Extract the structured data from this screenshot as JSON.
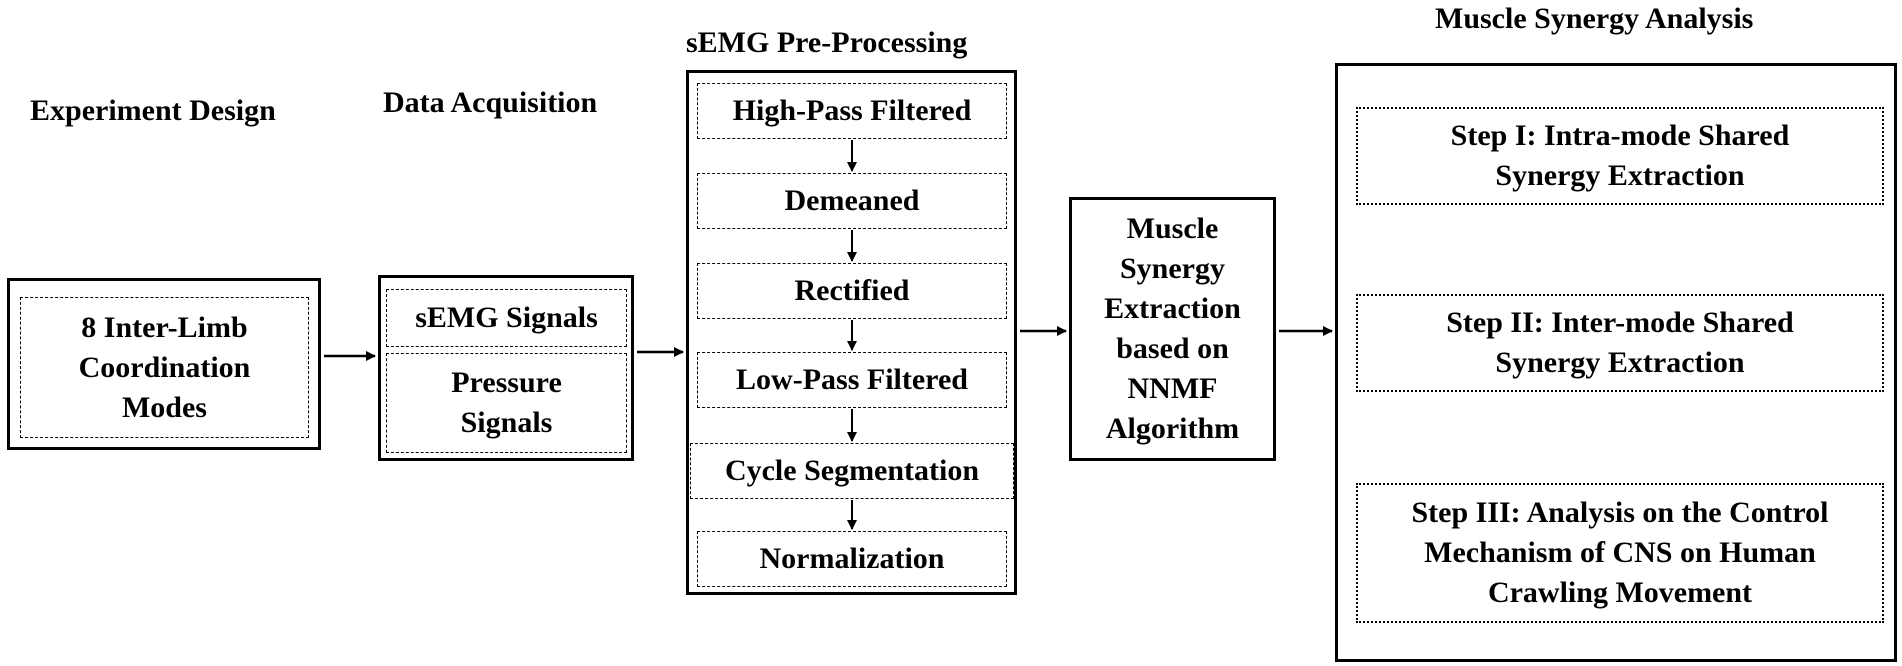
{
  "sections": {
    "experiment_design": "Experiment Design",
    "data_acquisition": "Data Acquisition",
    "preprocessing": "sEMG Pre-Processing",
    "synergy_analysis": "Muscle Synergy Analysis"
  },
  "experiment": {
    "line1": "8 Inter-Limb",
    "line2": "Coordination",
    "line3": "Modes"
  },
  "acquisition": {
    "semg": "sEMG Signals",
    "pressure_line1": "Pressure",
    "pressure_line2": "Signals"
  },
  "preprocessing_steps": [
    "High-Pass Filtered",
    "Demeaned",
    "Rectified",
    "Low-Pass Filtered",
    "Cycle Segmentation",
    "Normalization"
  ],
  "extraction": {
    "line1": "Muscle",
    "line2": "Synergy",
    "line3": "Extraction",
    "line4": "based on",
    "line5": "NNMF",
    "line6": "Algorithm"
  },
  "analysis_steps": {
    "step1_line1": "Step I: Intra-mode Shared",
    "step1_line2": "Synergy Extraction",
    "step2_line1": "Step II: Inter-mode Shared",
    "step2_line2": "Synergy Extraction",
    "step3_line1": "Step III: Analysis on the Control",
    "step3_line2": "Mechanism of CNS on Human",
    "step3_line3": "Crawling Movement"
  }
}
